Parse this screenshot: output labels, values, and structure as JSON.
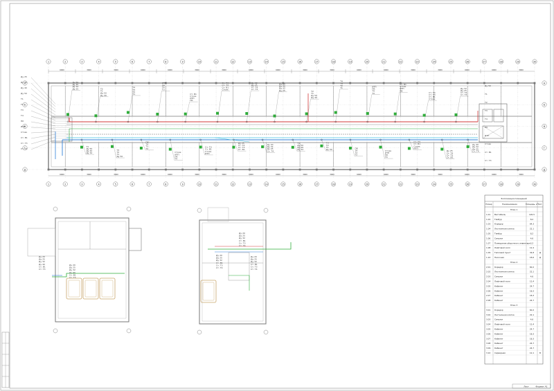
{
  "sheet": {
    "sheet_label": "Формат А1",
    "stamp_label": "Лист"
  },
  "main_plan": {
    "axes_top": [
      "1",
      "2",
      "3",
      "4",
      "5",
      "6",
      "7",
      "8",
      "9",
      "10",
      "11",
      "12",
      "13",
      "14",
      "15",
      "16",
      "17",
      "18",
      "19",
      "20",
      "21",
      "22",
      "23",
      "24",
      "25",
      "26",
      "27",
      "28",
      "29",
      "30"
    ],
    "axes_side": [
      "А",
      "Б",
      "В",
      "Г",
      "Д"
    ],
    "dimensions": [
      "6000",
      "3000",
      "3000",
      "6000",
      "6000",
      "3000",
      "3000",
      "6000",
      "6000",
      "3000",
      "3000",
      "6000",
      "6000",
      "3000",
      "3000",
      "6000",
      "6000",
      "3000"
    ],
    "labels": [
      "Ду 25",
      "Ду 32",
      "Ду 40",
      "Ду 50",
      "Т1",
      "Т2",
      "Т3",
      "Т4",
      "ПК",
      "ИТП",
      "Стояк",
      "Ст. В1",
      "Ст. Т3",
      "Ст. Т4"
    ]
  },
  "lower_plans": {
    "left_labels": [
      "Ду 20",
      "Ду 25",
      "Ду 32",
      "Ду 40",
      "Ст. В1",
      "Ст. Т3"
    ],
    "center_labels": [
      "Ду 20",
      "Ду 25",
      "Ду 32",
      "Ст. В1",
      "Ст. Т3",
      "Ст. Т4"
    ]
  },
  "spec_table": {
    "title": "Экспликация помещений",
    "headers": [
      "Номер",
      "Наименование",
      "Площадь, м²",
      "Кат."
    ],
    "sections": [
      "Этаж 1",
      "Этаж 2",
      "Этаж 3"
    ],
    "rows": [
      [
        "1.01",
        "Вестибюль",
        "120,5",
        ""
      ],
      [
        "1.02",
        "Тамбур",
        "8,2",
        ""
      ],
      [
        "1.03",
        "Коридор",
        "64,3",
        ""
      ],
      [
        "1.04",
        "Лестничная клетка",
        "22,1",
        ""
      ],
      [
        "1.05",
        "Тамбур",
        "8,2",
        ""
      ],
      [
        "1.06",
        "Санузел",
        "4,6",
        ""
      ],
      [
        "1.07",
        "Помещение уборочного инвентаря",
        "3,2",
        ""
      ],
      [
        "1.08",
        "Лифтовой холл",
        "12,4",
        ""
      ],
      [
        "1.09",
        "Тепловой пункт",
        "34,8",
        "Д"
      ],
      [
        "1.10",
        "Насосная",
        "18,6",
        "Д"
      ],
      [
        "2.01",
        "Коридор",
        "60,2",
        ""
      ],
      [
        "2.02",
        "Лестничная клетка",
        "22,1",
        ""
      ],
      [
        "2.03",
        "Санузел",
        "4,6",
        ""
      ],
      [
        "2.04",
        "Лифтовой холл",
        "12,4",
        ""
      ],
      [
        "2.05",
        "Кабинет",
        "24,7",
        ""
      ],
      [
        "2.06",
        "Кабинет",
        "18,3",
        ""
      ],
      [
        "2.07",
        "Кабинет",
        "18,3",
        ""
      ],
      [
        "2.08",
        "Кабинет",
        "24,7",
        ""
      ],
      [
        "3.01",
        "Коридор",
        "60,2",
        ""
      ],
      [
        "3.02",
        "Лестничная клетка",
        "22,1",
        ""
      ],
      [
        "3.03",
        "Санузел",
        "4,6",
        ""
      ],
      [
        "3.04",
        "Лифтовой холл",
        "12,4",
        ""
      ],
      [
        "3.05",
        "Кабинет",
        "24,7",
        ""
      ],
      [
        "3.06",
        "Кабинет",
        "18,3",
        ""
      ],
      [
        "3.07",
        "Кабинет",
        "18,3",
        ""
      ],
      [
        "3.08",
        "Кабинет",
        "24,7",
        ""
      ],
      [
        "3.09",
        "Кабинет",
        "24,7",
        ""
      ],
      [
        "3.10",
        "Серверная",
        "12,1",
        "В"
      ]
    ]
  },
  "colors": {
    "line": "#555555",
    "wall": "#777777",
    "pipe_red": "#d23a3a",
    "pipe_blue": "#2f7fd8",
    "pipe_green": "#2fae3a",
    "pipe_cyan": "#40c0e0"
  }
}
